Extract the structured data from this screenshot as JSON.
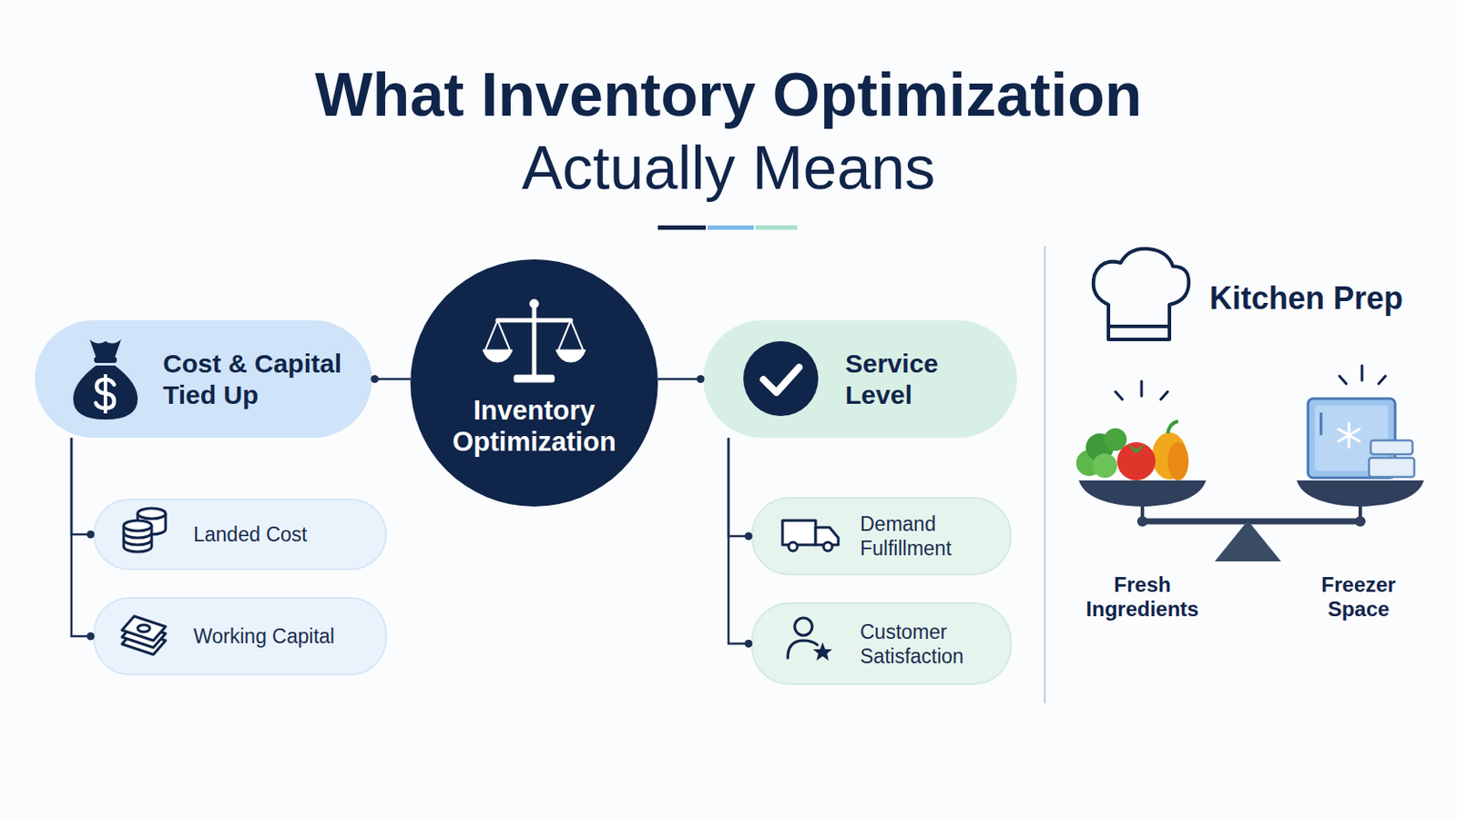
{
  "diagram": {
    "title": "What Inventory Optimization Actually Means",
    "nodes": [
      {
        "text": [
          "Cost & Capital Tied Up"
        ]
      },
      {
        "text": [
          "Landed Cost"
        ]
      },
      {
        "text": [
          "Working Capital"
        ]
      },
      {
        "text": [
          "Inventory Optimization"
        ]
      },
      {
        "text": [
          "Service Level"
        ]
      },
      {
        "text": [
          "Demand Fulfillment"
        ]
      },
      {
        "text": [
          "Customer Satisfaction"
        ]
      }
    ],
    "edges": [
      {
        "from": 0,
        "to": 3,
        "arrow": "none"
      },
      {
        "from": 3,
        "to": 4,
        "arrow": "none"
      },
      {
        "from": 0,
        "to": 1,
        "arrow": "none"
      },
      {
        "from": 0,
        "to": 2,
        "arrow": "none"
      },
      {
        "from": 4,
        "to": 5,
        "arrow": "none"
      },
      {
        "from": 4,
        "to": 6,
        "arrow": "none"
      }
    ],
    "labels": [
      "Kitchen Prep",
      "Fresh Ingredients",
      "Freezer Space"
    ]
  }
}
